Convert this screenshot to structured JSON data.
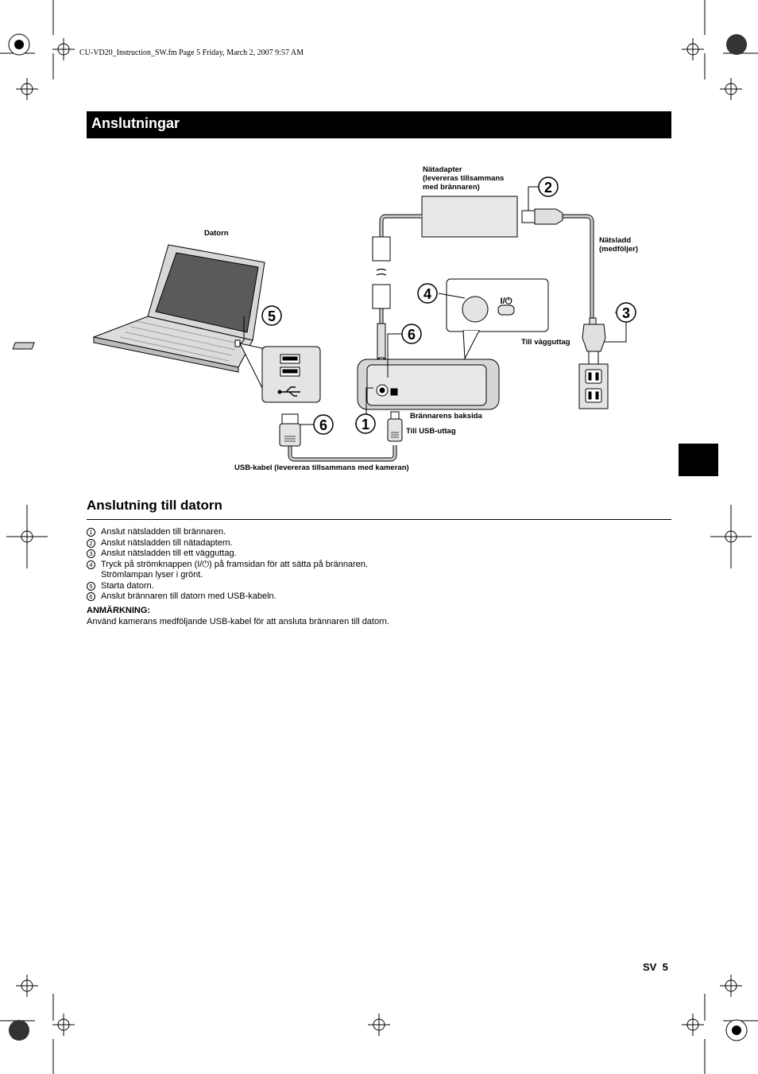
{
  "header_line": "CU-VD20_Instruction_SW.fm  Page 5  Friday, March 2, 2007  9:57 AM",
  "title": "Anslutningar",
  "diagram": {
    "label_computer": "Datorn",
    "label_adapter": [
      "Nätadapter",
      "(levereras tillsammans",
      "med brännaren)"
    ],
    "label_power_cord": [
      "Nätsladd",
      "(medföljer)"
    ],
    "label_wall_outlet": "Till vägguttag",
    "label_burner_back": "Brännarens baksida",
    "label_usb_port": "Till USB-uttag",
    "label_usb_cable": "USB-kabel (levereras tillsammans med kameran)",
    "power_symbol": "I/⏻",
    "callouts": [
      "1",
      "2",
      "3",
      "4",
      "5",
      "6",
      "6"
    ]
  },
  "section": {
    "title": "Anslutning till datorn",
    "steps": [
      {
        "num": "1",
        "text": "Anslut nätsladden till brännaren."
      },
      {
        "num": "2",
        "text": "Anslut nätsladden till nätadaptern."
      },
      {
        "num": "3",
        "text": "Anslut nätsladden till ett vägguttag."
      },
      {
        "num": "4",
        "text": "Tryck på strömknappen (I/⏻) på framsidan för att sätta på brännaren.\nStrömlampan lyser i grönt."
      },
      {
        "num": "5",
        "text": "Starta datorn."
      },
      {
        "num": "6",
        "text": "Anslut brännaren till datorn med USB-kabeln."
      }
    ],
    "note_title": "ANMÄRKNING:",
    "note_text": "Använd kamerans medföljande USB-kabel för att ansluta brännaren till datorn."
  },
  "page_number": "SV  5"
}
